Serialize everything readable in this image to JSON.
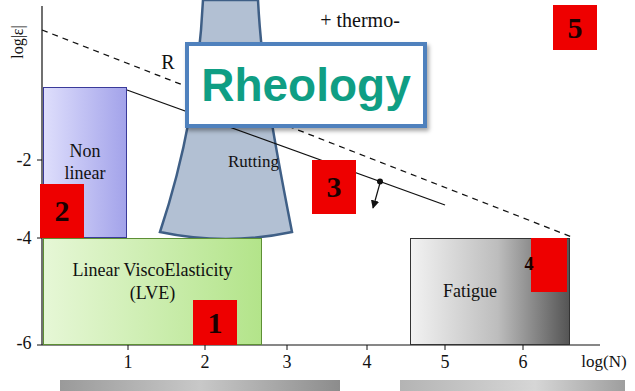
{
  "diagram": {
    "nodes": [
      {
        "text": [
          "5"
        ]
      },
      {
        "text": [
          "Rheology"
        ]
      },
      {
        "text": [
          "Non linear"
        ]
      },
      {
        "text": [
          "Rutting"
        ]
      },
      {
        "text": [
          "3"
        ]
      },
      {
        "text": [
          "2"
        ]
      },
      {
        "text": [
          "Fatigue"
        ]
      },
      {
        "text": [
          "4"
        ],
        "in": 6
      },
      {
        "text": [
          "Linear ViscoElasticity (LVE)"
        ]
      },
      {
        "text": [
          "1"
        ]
      }
    ],
    "labels": [
      "log|ε|",
      "+ thermo-",
      "R",
      "-2",
      "-4",
      "-6",
      "1",
      "2",
      "3",
      "4",
      "5",
      "6",
      "log(N)"
    ]
  }
}
